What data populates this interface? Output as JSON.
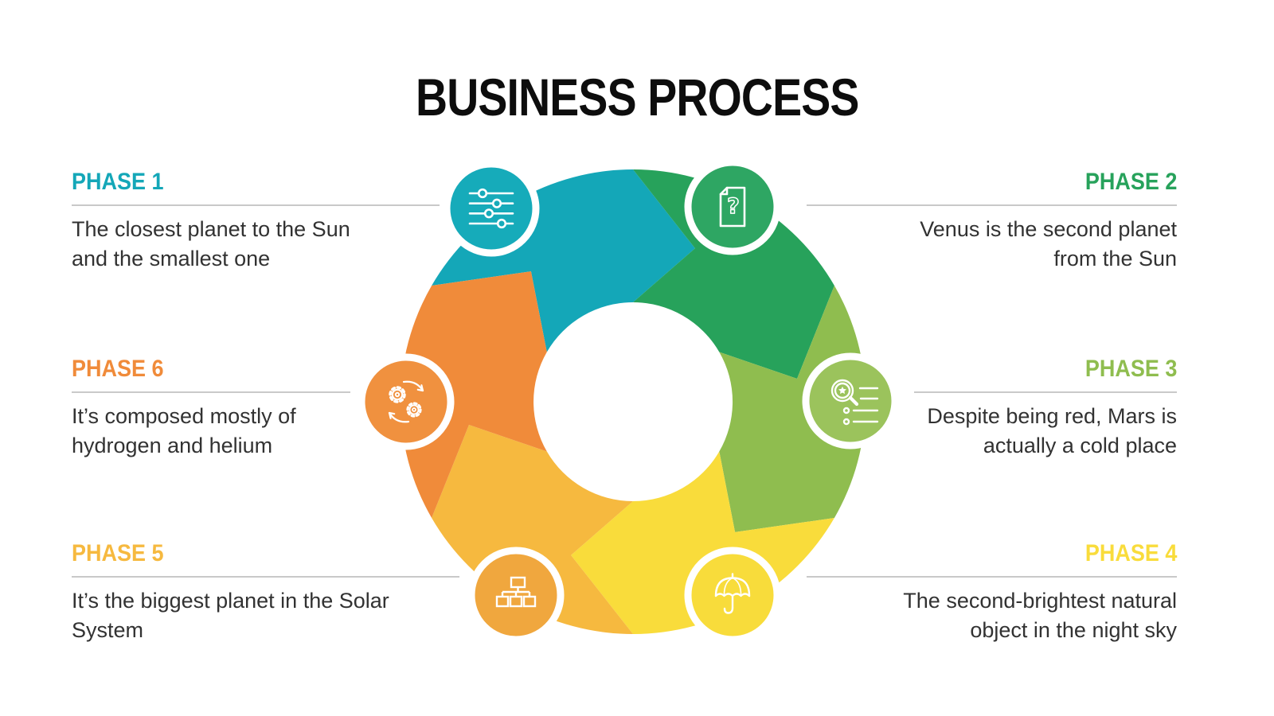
{
  "title": "BUSINESS PROCESS",
  "phases": [
    {
      "label": "PHASE 1",
      "description": "The closest planet to the Sun and the smallest one",
      "color": "#14a7b8",
      "badge_color": "#16abba",
      "icon": "sliders-icon",
      "side": "left"
    },
    {
      "label": "PHASE 2",
      "description": "Venus is the second planet from the Sun",
      "color": "#27a25b",
      "badge_color": "#2ea663",
      "icon": "document-question-icon",
      "icon_glyph": "?",
      "side": "right"
    },
    {
      "label": "PHASE 3",
      "description": "Despite being red, Mars is actually a cold place",
      "color": "#8fbd4f",
      "badge_color": "#9bc35c",
      "icon": "search-list-icon",
      "side": "right"
    },
    {
      "label": "PHASE 4",
      "description": "The second-brightest natural object in the night sky",
      "color": "#f9dc3b",
      "badge_color": "#f8dc3b",
      "icon": "umbrella-icon",
      "side": "right"
    },
    {
      "label": "PHASE 5",
      "description": "It’s the biggest planet in the Solar System",
      "color": "#f6b93f",
      "badge_color": "#f0a73e",
      "icon": "org-chart-icon",
      "side": "left"
    },
    {
      "label": "PHASE 6",
      "description": "It’s composed mostly of hydrogen and helium",
      "color": "#f08b3a",
      "badge_color": "#f0913f",
      "icon": "gears-sync-icon",
      "side": "left"
    }
  ]
}
